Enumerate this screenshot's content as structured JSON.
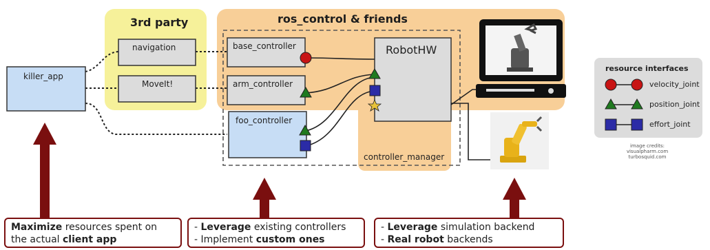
{
  "panels": {
    "third_party": "3rd party",
    "ros_control": "ros_control & friends",
    "controller_manager": "controller_manager"
  },
  "boxes": {
    "killer_app": "killer_app",
    "navigation": "navigation",
    "moveit": "MoveIt!",
    "base_controller": "base_controller",
    "arm_controller": "arm_controller",
    "foo_controller": "foo_controller",
    "robothw": "RobotHW"
  },
  "legend": {
    "title": "resource interfaces",
    "items": [
      {
        "label": "velocity_joint",
        "color": "#c81414"
      },
      {
        "label": "position_joint",
        "color": "#1f7a1f"
      },
      {
        "label": "effort_joint",
        "color": "#2b2ba6"
      }
    ]
  },
  "credits": [
    "image credits:",
    "visualpharm.com",
    "turbosquid.com"
  ],
  "callouts": [
    {
      "lines": [
        [
          {
            "t": "Maximize",
            "b": true
          },
          {
            "t": " resources spent on",
            "b": false
          }
        ],
        [
          {
            "t": "the actual ",
            "b": false
          },
          {
            "t": "client app",
            "b": true
          }
        ]
      ]
    },
    {
      "lines": [
        [
          {
            "t": "- ",
            "b": false
          },
          {
            "t": "Leverage",
            "b": true
          },
          {
            "t": " existing controllers",
            "b": false
          }
        ],
        [
          {
            "t": "- Implement ",
            "b": false
          },
          {
            "t": "custom ones",
            "b": true
          }
        ]
      ]
    },
    {
      "lines": [
        [
          {
            "t": "- ",
            "b": false
          },
          {
            "t": "Leverage",
            "b": true
          },
          {
            "t": " simulation backend",
            "b": false
          }
        ],
        [
          {
            "t": "- ",
            "b": false
          },
          {
            "t": "Real robot",
            "b": true
          },
          {
            "t": " backends",
            "b": false
          }
        ]
      ]
    }
  ],
  "colors": {
    "third_party_bg": "#f6f19a",
    "ros_control_bg": "#f8cf98",
    "box_grey": "#dcdcdc",
    "box_blue": "#c7ddf5",
    "arrow": "#7a0f0f"
  }
}
